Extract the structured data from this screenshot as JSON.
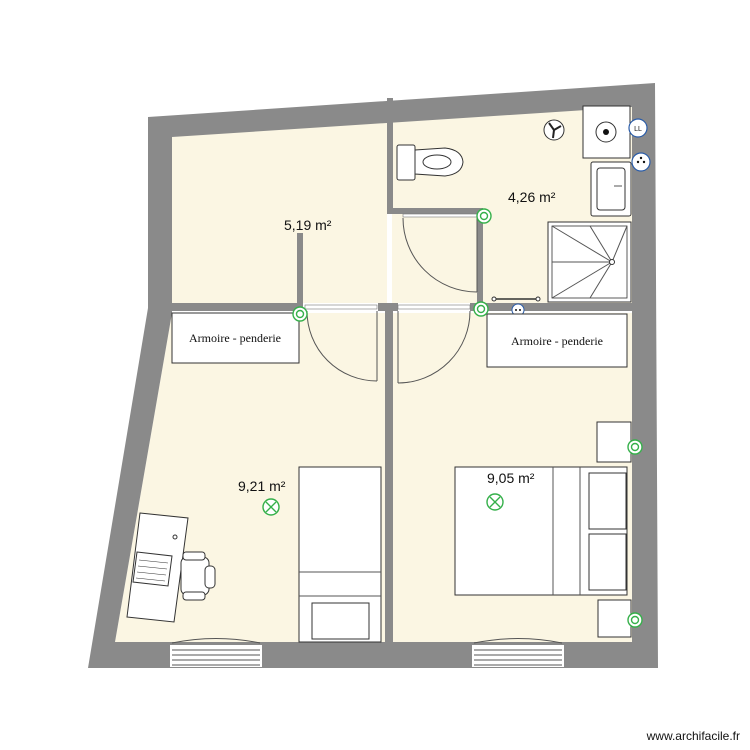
{
  "rooms": {
    "wc": {
      "area": "5,19 m²"
    },
    "bath": {
      "area": "4,26 m²"
    },
    "bedroom_left": {
      "area": "9,21 m²"
    },
    "bedroom_right": {
      "area": "9,05 m²"
    }
  },
  "furniture": {
    "wardrobe_left": "Armoire - penderie",
    "wardrobe_right": "Armoire - penderie"
  },
  "fixtures": {
    "washing_machine_badge": "LL"
  },
  "watermark": "www.archifacile.fr",
  "colors": {
    "wall": "#8a8a8a",
    "floor": "#fbf6e3",
    "outlet": "#35b04a",
    "light": "#35b04a"
  }
}
